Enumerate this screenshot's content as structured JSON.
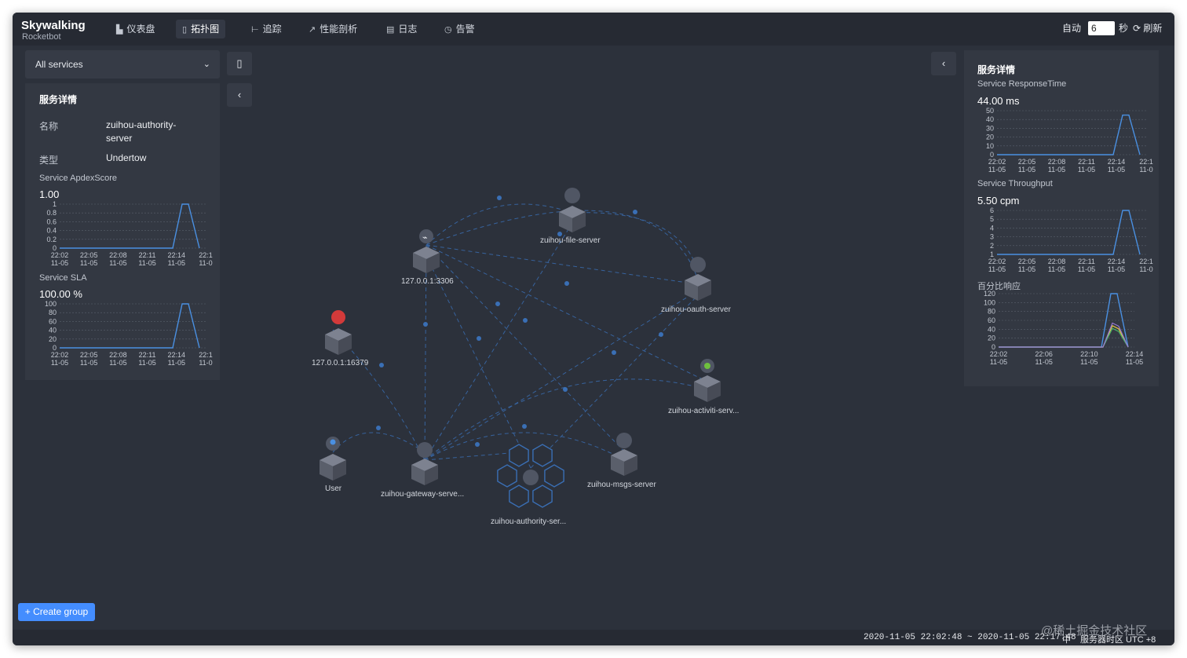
{
  "brand": {
    "name": "Skywalking",
    "sub": "Rocketbot"
  },
  "nav": [
    {
      "label": "仪表盘",
      "icon": "dashboard-icon"
    },
    {
      "label": "拓扑图",
      "icon": "topology-icon",
      "active": true
    },
    {
      "label": "追踪",
      "icon": "trace-icon"
    },
    {
      "label": "性能剖析",
      "icon": "profile-icon"
    },
    {
      "label": "日志",
      "icon": "log-icon"
    },
    {
      "label": "告警",
      "icon": "alarm-icon"
    }
  ],
  "topright": {
    "auto_label": "自动",
    "interval": "6",
    "unit": "秒",
    "refresh_label": "刷新"
  },
  "left": {
    "service_select": "All services",
    "title": "服务详情",
    "name_label": "名称",
    "name_value_1": "zuihou-authority-",
    "name_value_2": "server",
    "type_label": "类型",
    "type_value": "Undertow",
    "apdex": {
      "title": "Service ApdexScore",
      "value": "1.00",
      "yticks": [
        "1",
        "0.8",
        "0.6",
        "0.4",
        "0.2",
        "0"
      ]
    },
    "sla": {
      "title": "Service SLA",
      "value": "100.00 %",
      "yticks": [
        "100",
        "80",
        "60",
        "40",
        "20",
        "0"
      ]
    }
  },
  "right": {
    "title": "服务详情",
    "resp": {
      "title": "Service ResponseTime",
      "value": "44.00 ms",
      "yticks": [
        "50",
        "40",
        "30",
        "20",
        "10",
        "0"
      ]
    },
    "thr": {
      "title": "Service Throughput",
      "value": "5.50 cpm",
      "yticks": [
        "6",
        "5",
        "4",
        "3",
        "2",
        "1"
      ]
    },
    "pct": {
      "title": "百分比响应",
      "yticks": [
        "120",
        "100",
        "80",
        "60",
        "40",
        "20",
        "0"
      ]
    }
  },
  "ticks6": [
    {
      "t": "22:02",
      "d": "11-05"
    },
    {
      "t": "22:05",
      "d": "11-05"
    },
    {
      "t": "22:08",
      "d": "11-05"
    },
    {
      "t": "22:11",
      "d": "11-05"
    },
    {
      "t": "22:14",
      "d": "11-05"
    },
    {
      "t": "22:1",
      "d": "11-0"
    }
  ],
  "ticks4": [
    {
      "t": "22:02",
      "d": "11-05"
    },
    {
      "t": "22:06",
      "d": "11-05"
    },
    {
      "t": "22:10",
      "d": "11-05"
    },
    {
      "t": "22:14",
      "d": "11-05"
    }
  ],
  "nodes": {
    "file": "zuihou-file-server",
    "mysql": "127.0.0.1:3306",
    "oauth": "zuihou-oauth-server",
    "redis": "127.0.0.1:16379",
    "activiti": "zuihou-activiti-serv...",
    "user": "User",
    "gateway": "zuihou-gateway-serve...",
    "msgs": "zuihou-msgs-server",
    "authority": "zuihou-authority-ser..."
  },
  "create_group": "+ Create group",
  "footer": {
    "range": "2020-11-05 22:02:48 ~ 2020-11-05 22:17:48",
    "lang": "中",
    "tz": "服务器时区 UTC +8"
  },
  "watermark": "@稀土掘金技术社区",
  "colors": {
    "accent": "#448dfe",
    "line": "#4a90e2",
    "bg": "#2c313b",
    "panel": "#333842"
  }
}
